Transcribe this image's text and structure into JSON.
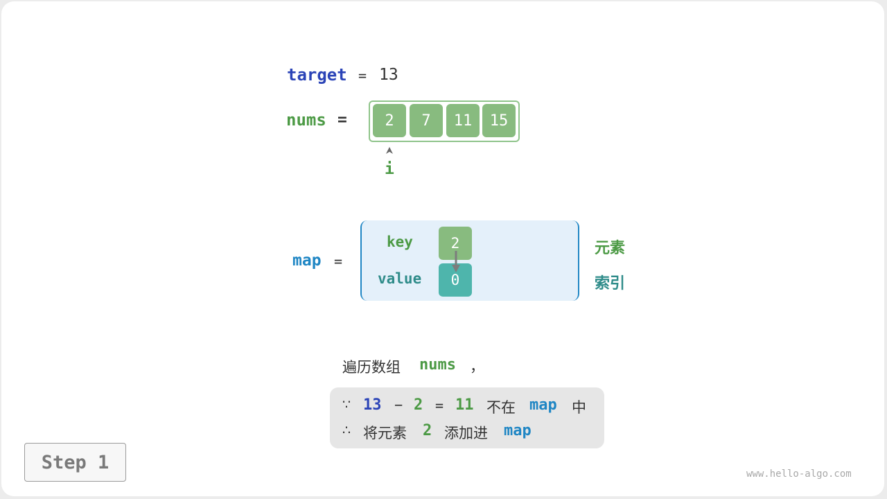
{
  "target": {
    "name": "target",
    "eq": "=",
    "value": "13"
  },
  "nums": {
    "name": "nums",
    "eq": "=",
    "values": [
      "2",
      "7",
      "11",
      "15"
    ],
    "pointer": "i"
  },
  "map": {
    "name": "map",
    "eq": "=",
    "key_label": "key",
    "value_label": "value",
    "key": "2",
    "value": "0",
    "key_caption": "元素",
    "value_caption": "索引"
  },
  "explanation": {
    "intro": "遍历数组",
    "intro_var": "nums",
    "intro_comma": "，",
    "line1": {
      "because": "∵",
      "a": "13",
      "minus": "−",
      "b": "2",
      "eq": "=",
      "c": "11",
      "text": "不在",
      "map": "map",
      "tail": "中"
    },
    "line2": {
      "therefore": "∴",
      "text": "将元素",
      "num": "2",
      "text2": "添加进",
      "map": "map"
    }
  },
  "step_button": "Step 1",
  "watermark": "www.hello-algo.com",
  "colors": {
    "target_blue": "#2b44b7",
    "nums_green": "#4c9a45",
    "cell_green": "#88bb7f",
    "value_teal": "#4eb5ac",
    "map_blue": "#1f86c4",
    "map_bg": "#e4f0fa"
  }
}
